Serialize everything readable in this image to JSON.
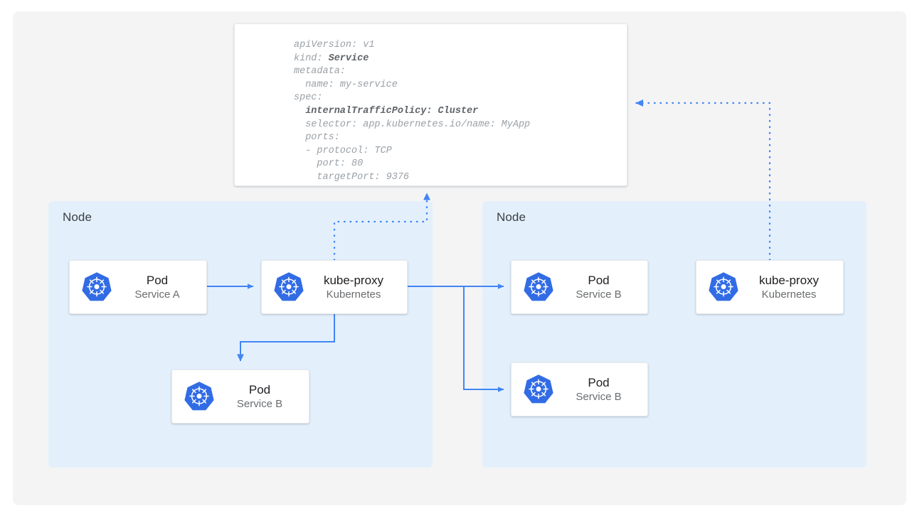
{
  "diagram": {
    "title": "Kubernetes Service internalTrafficPolicy Cluster traffic routing",
    "colors": {
      "page_background": "#ffffff",
      "backdrop": "#f4f4f5",
      "node_panel": "#e3f0fc",
      "card_background": "#ffffff",
      "connector_blue": "#4285f4",
      "k8s_logo_blue": "#326ce5",
      "title_text": "#202124",
      "subtitle_text": "#6a6d70",
      "code_text": "#9aa0a6",
      "code_highlight": "#5f6368"
    }
  },
  "spec": {
    "name": "service-yaml-spec",
    "lines": [
      {
        "text": "apiVersion: v1",
        "bold": false
      },
      {
        "text": "kind: ",
        "bold": false,
        "bold_tail": "Service"
      },
      {
        "text": "metadata:",
        "bold": false
      },
      {
        "text": "  name: my-service",
        "bold": false
      },
      {
        "text": "spec:",
        "bold": false
      },
      {
        "text": "  internalTrafficPolicy: Cluster",
        "bold": true
      },
      {
        "text": "  selector: app.kubernetes.io/name: MyApp",
        "bold": false
      },
      {
        "text": "  ports:",
        "bold": false
      },
      {
        "text": "  - protocol: TCP",
        "bold": false
      },
      {
        "text": "    port: 80",
        "bold": false
      },
      {
        "text": "    targetPort: 9376",
        "bold": false
      }
    ],
    "raw": "apiVersion: v1\nkind: Service\nmetadata:\n  name: my-service\nspec:\n  internalTrafficPolicy: Cluster\n  selector: app.kubernetes.io/name: MyApp\n  ports:\n  - protocol: TCP\n    port: 80\n    targetPort: 9376",
    "fields": {
      "apiVersion": "v1",
      "kind": "Service",
      "metadata_name": "my-service",
      "internalTrafficPolicy": "Cluster",
      "selector": "app.kubernetes.io/name: MyApp",
      "protocol": "TCP",
      "port": "80",
      "targetPort": "9376"
    }
  },
  "nodes": [
    {
      "id": "node-left",
      "label": "Node"
    },
    {
      "id": "node-right",
      "label": "Node"
    }
  ],
  "cards": [
    {
      "id": "pod-service-a",
      "title": "Pod",
      "subtitle": "Service A",
      "icon": "kubernetes-icon"
    },
    {
      "id": "kube-proxy-left",
      "title": "kube-proxy",
      "subtitle": "Kubernetes",
      "icon": "kubernetes-icon"
    },
    {
      "id": "pod-service-b-left",
      "title": "Pod",
      "subtitle": "Service B",
      "icon": "kubernetes-icon"
    },
    {
      "id": "pod-service-b-top",
      "title": "Pod",
      "subtitle": "Service B",
      "icon": "kubernetes-icon"
    },
    {
      "id": "pod-service-b-bottom",
      "title": "Pod",
      "subtitle": "Service B",
      "icon": "kubernetes-icon"
    },
    {
      "id": "kube-proxy-right",
      "title": "kube-proxy",
      "subtitle": "Kubernetes",
      "icon": "kubernetes-icon"
    }
  ],
  "connectors": [
    {
      "id": "pod-a-to-kube-proxy",
      "style": "solid",
      "from": "pod-service-a",
      "to": "kube-proxy-left"
    },
    {
      "id": "kube-proxy-to-pod-b-left",
      "style": "solid",
      "from": "kube-proxy-left",
      "to": "pod-service-b-left"
    },
    {
      "id": "kube-proxy-to-pod-b-top",
      "style": "solid",
      "from": "kube-proxy-left",
      "to": "pod-service-b-top"
    },
    {
      "id": "kube-proxy-to-pod-b-bottom",
      "style": "solid",
      "from": "kube-proxy-left",
      "to": "pod-service-b-bottom"
    },
    {
      "id": "kube-proxy-left-to-spec",
      "style": "dotted",
      "from": "kube-proxy-left",
      "to": "service-yaml-spec"
    },
    {
      "id": "kube-proxy-right-to-spec",
      "style": "dotted",
      "from": "kube-proxy-right",
      "to": "service-yaml-spec"
    }
  ]
}
